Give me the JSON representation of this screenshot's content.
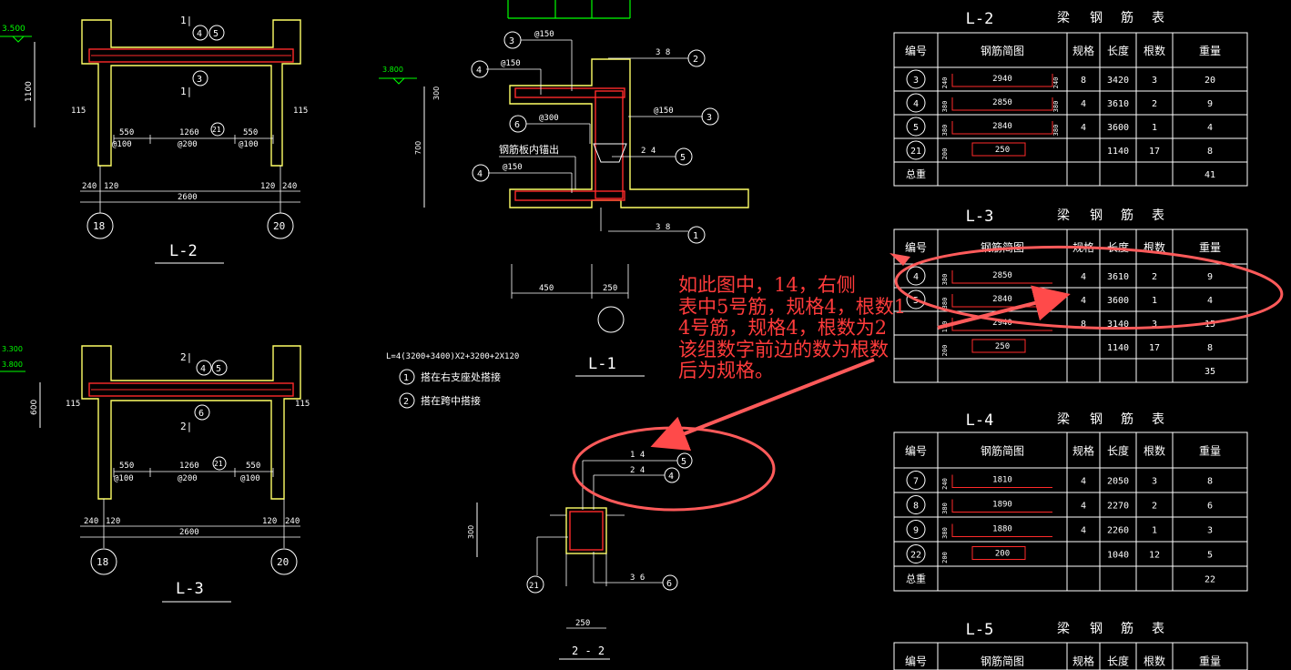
{
  "drawings": {
    "l2": {
      "title": "L-2",
      "grids": [
        "18",
        "20"
      ],
      "section_mark": "1|",
      "mark_r": [
        "4",
        "5"
      ],
      "mark_b": "3",
      "dims_top": [
        "550",
        "1260",
        "550"
      ],
      "spacing": [
        "@100",
        "@200",
        "@100"
      ],
      "mark_mid": "21",
      "dims_bot": [
        "240",
        "120",
        "2600",
        "120",
        "240"
      ],
      "side": [
        "115",
        "115"
      ],
      "height": "1100",
      "elev": "3.500"
    },
    "l3": {
      "title": "L-3",
      "grids": [
        "18",
        "20"
      ],
      "section_mark": "2|",
      "mark_r": [
        "4",
        "5"
      ],
      "mark_b": "6",
      "dims_top": [
        "550",
        "1260",
        "550"
      ],
      "spacing": [
        "@100",
        "@200",
        "@100"
      ],
      "mark_mid": "21",
      "dims_bot": [
        "240",
        "120",
        "2600",
        "120",
        "240"
      ],
      "side": [
        "115",
        "115"
      ],
      "height": "600",
      "elev": [
        "3.300",
        "3.800"
      ]
    },
    "l1": {
      "title": "L-1",
      "elev": "3.800",
      "height_a": "300",
      "height_b": "700",
      "bars": [
        {
          "num": "3",
          "label": "@150"
        },
        {
          "num": "4",
          "label": "@150"
        },
        {
          "num": "6",
          "label": "@300"
        },
        {
          "num": "4",
          "label": "@150"
        },
        {
          "num": "2",
          "label": "3 8"
        },
        {
          "num": "3",
          "label": "@150"
        },
        {
          "num": "5",
          "label": "2 4"
        },
        {
          "num": "1",
          "label": "3 8"
        }
      ],
      "note": "钢筋板内锚出",
      "dims": [
        "450",
        "250"
      ]
    },
    "s22": {
      "title": "2 - 2",
      "height": "300",
      "width": "250",
      "bars": [
        {
          "num": "5",
          "label": "1 4"
        },
        {
          "num": "4",
          "label": "2 4"
        },
        {
          "num": "6",
          "label": "3 6"
        },
        {
          "num": "21",
          "label": ""
        }
      ]
    },
    "notes": {
      "formula": "L=4(3200+3400)X2+3200+2X120",
      "items": [
        {
          "num": "1",
          "text": "搭在右支座处搭接"
        },
        {
          "num": "2",
          "text": "搭在跨中搭接"
        }
      ]
    }
  },
  "tables": [
    {
      "title": "L-2",
      "title_suffix": [
        "梁",
        "钢",
        "筋",
        "表"
      ],
      "headers": [
        "编号",
        "钢筋简图",
        "规格",
        "长度",
        "根数",
        "重量"
      ],
      "rows": [
        {
          "id": "3",
          "left": "240",
          "shape": "2940",
          "right": "240",
          "spec": "8",
          "len": "3420",
          "count": "3",
          "wt": "20"
        },
        {
          "id": "4",
          "left": "380",
          "shape": "2850",
          "right": "380",
          "spec": "4",
          "len": "3610",
          "count": "2",
          "wt": "9"
        },
        {
          "id": "5",
          "left": "380",
          "shape": "2840",
          "right": "380",
          "spec": "4",
          "len": "3600",
          "count": "1",
          "wt": "4"
        },
        {
          "id": "21",
          "left": "200",
          "shape": "250",
          "right": "",
          "spec": "",
          "len": "1140",
          "count": "17",
          "wt": "8"
        }
      ],
      "total_label": "总重",
      "total": "41"
    },
    {
      "title": "L-3",
      "title_suffix": [
        "梁",
        "钢",
        "筋",
        "表"
      ],
      "headers": [
        "编号",
        "钢筋简图",
        "规格",
        "长度",
        "根数",
        "重量"
      ],
      "rows": [
        {
          "id": "4",
          "left": "380",
          "shape": "2850",
          "right": "",
          "spec": "4",
          "len": "3610",
          "count": "2",
          "wt": "9"
        },
        {
          "id": "5",
          "left": "380",
          "shape": "2840",
          "right": "",
          "spec": "4",
          "len": "3600",
          "count": "1",
          "wt": "4"
        },
        {
          "id": "",
          "left": "170",
          "shape": "2940",
          "right": "",
          "spec": "8",
          "len": "3140",
          "count": "3",
          "wt": "15"
        },
        {
          "id": "",
          "left": "200",
          "shape": "250",
          "right": "",
          "spec": "",
          "len": "1140",
          "count": "17",
          "wt": "8"
        }
      ],
      "total_label": "",
      "total": "35"
    },
    {
      "title": "L-4",
      "title_suffix": [
        "梁",
        "钢",
        "筋",
        "表"
      ],
      "headers": [
        "编号",
        "钢筋简图",
        "规格",
        "长度",
        "根数",
        "重量"
      ],
      "rows": [
        {
          "id": "7",
          "left": "240",
          "shape": "1810",
          "right": "",
          "spec": "4",
          "len": "2050",
          "count": "3",
          "wt": "8"
        },
        {
          "id": "8",
          "left": "380",
          "shape": "1890",
          "right": "",
          "spec": "4",
          "len": "2270",
          "count": "2",
          "wt": "6"
        },
        {
          "id": "9",
          "left": "380",
          "shape": "1880",
          "right": "",
          "spec": "4",
          "len": "2260",
          "count": "1",
          "wt": "3"
        },
        {
          "id": "22",
          "left": "200",
          "shape": "200",
          "right": "",
          "spec": "",
          "len": "1040",
          "count": "12",
          "wt": "5"
        }
      ],
      "total_label": "总重",
      "total": "22"
    },
    {
      "title": "L-5",
      "title_suffix": [
        "梁",
        "钢",
        "筋",
        "表"
      ],
      "headers": [
        "编号",
        "钢筋简图",
        "规格",
        "长度",
        "根数",
        "重量"
      ],
      "rows": [],
      "total_label": "",
      "total": ""
    }
  ],
  "annotation": {
    "lines": [
      "如此图中，14，右侧",
      "表中5号筋，规格4，根数1",
      "4号筋，规格4，根数为2",
      "该组数字前边的数为根数",
      "后为规格。"
    ],
    "color": "#ff3b3b"
  },
  "colors": {
    "background": "#000000",
    "line": "#ffffff",
    "concrete": "#ffff66",
    "rebar": "#ff2a2a",
    "elev": "#00ff00",
    "annotation": "#ff4a4a"
  }
}
